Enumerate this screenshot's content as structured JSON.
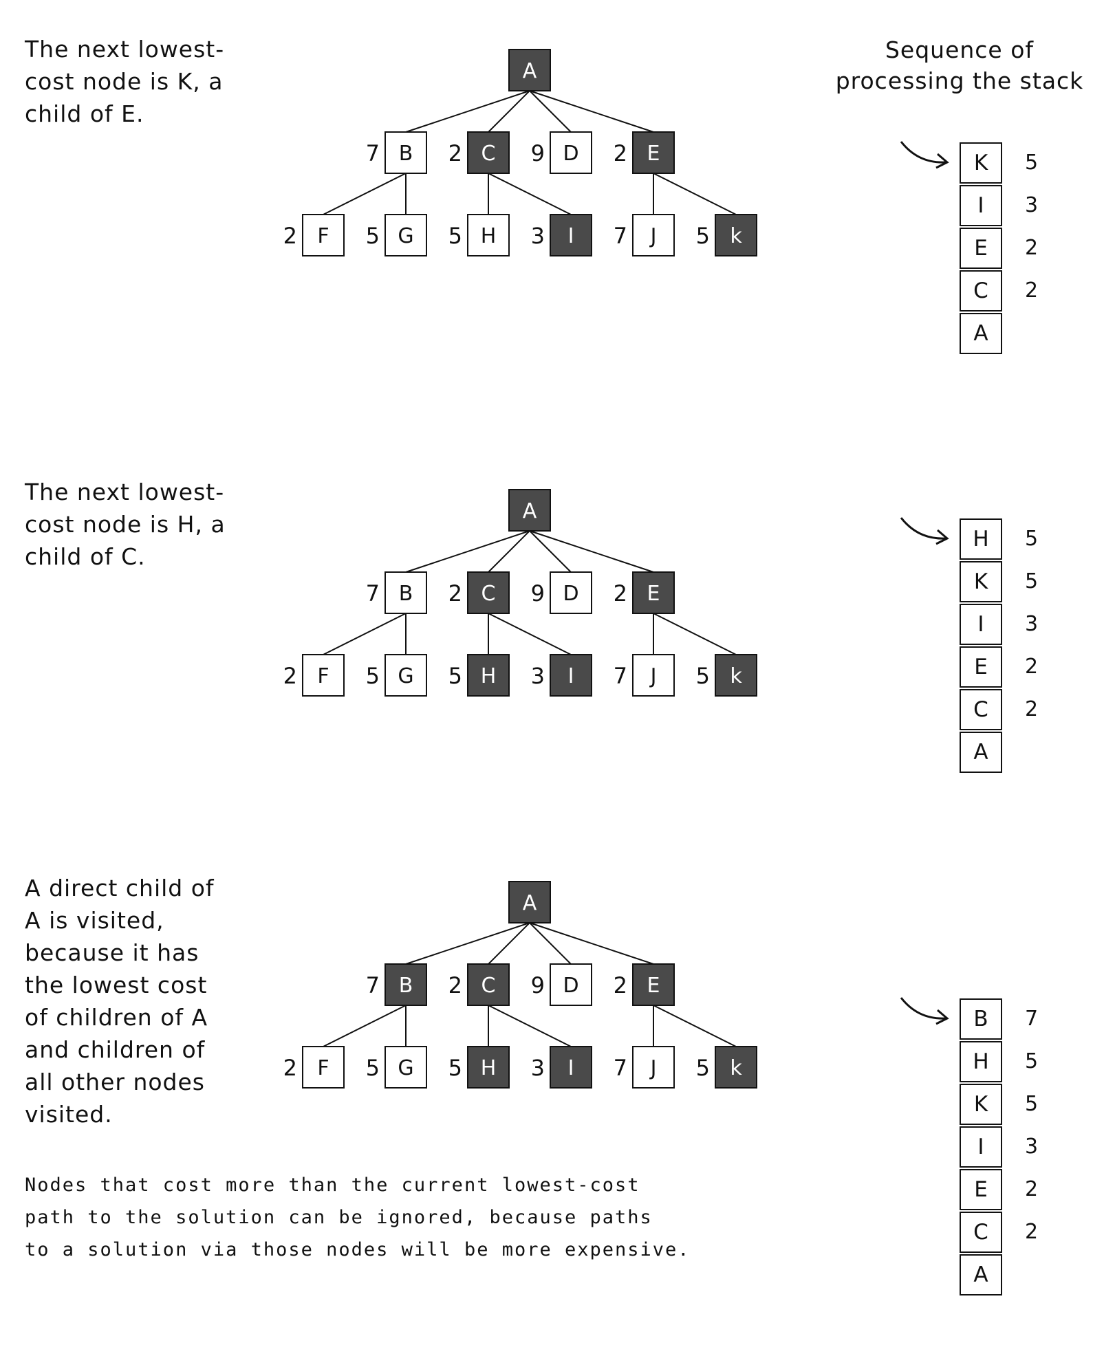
{
  "stack_title": "Sequence of\nprocessing the stack",
  "footnote": "Nodes that cost more than the current lowest-cost\npath to the solution can be ignored, because paths\nto a solution via those nodes will be more expensive.",
  "colors": {
    "visited": "#4a4a4a",
    "unvisited": "#ffffff",
    "line": "#111111"
  },
  "icons": {
    "pointer": "curved-arrow-icon"
  },
  "edges": [
    [
      "A",
      "B"
    ],
    [
      "A",
      "C"
    ],
    [
      "A",
      "D"
    ],
    [
      "A",
      "E"
    ],
    [
      "B",
      "F"
    ],
    [
      "B",
      "G"
    ],
    [
      "C",
      "H"
    ],
    [
      "C",
      "I"
    ],
    [
      "E",
      "J"
    ],
    [
      "E",
      "K"
    ]
  ],
  "nodes": [
    {
      "id": "A",
      "label": "A",
      "cost": ""
    },
    {
      "id": "B",
      "label": "B",
      "cost": "7"
    },
    {
      "id": "C",
      "label": "C",
      "cost": "2"
    },
    {
      "id": "D",
      "label": "D",
      "cost": "9"
    },
    {
      "id": "E",
      "label": "E",
      "cost": "2"
    },
    {
      "id": "F",
      "label": "F",
      "cost": "2"
    },
    {
      "id": "G",
      "label": "G",
      "cost": "5"
    },
    {
      "id": "H",
      "label": "H",
      "cost": "5"
    },
    {
      "id": "I",
      "label": "I",
      "cost": "3"
    },
    {
      "id": "J",
      "label": "J",
      "cost": "7"
    },
    {
      "id": "K",
      "label": "k",
      "cost": "5"
    }
  ],
  "panels": [
    {
      "caption": "The next lowest-\ncost node is K, a\nchild of E.",
      "visited": [
        "A",
        "C",
        "E",
        "I",
        "K"
      ],
      "stack": [
        {
          "label": "K",
          "cost": "5"
        },
        {
          "label": "I",
          "cost": "3"
        },
        {
          "label": "E",
          "cost": "2"
        },
        {
          "label": "C",
          "cost": "2"
        },
        {
          "label": "A",
          "cost": ""
        }
      ]
    },
    {
      "caption": "The next lowest-\ncost node is H, a\nchild of C.",
      "visited": [
        "A",
        "C",
        "E",
        "H",
        "I",
        "K"
      ],
      "stack": [
        {
          "label": "H",
          "cost": "5"
        },
        {
          "label": "K",
          "cost": "5"
        },
        {
          "label": "I",
          "cost": "3"
        },
        {
          "label": "E",
          "cost": "2"
        },
        {
          "label": "C",
          "cost": "2"
        },
        {
          "label": "A",
          "cost": ""
        }
      ]
    },
    {
      "caption": "A direct child of\nA is visited,\nbecause it has\nthe lowest cost\nof children of A\nand children of\nall other nodes\nvisited.",
      "visited": [
        "A",
        "B",
        "C",
        "E",
        "H",
        "I",
        "K"
      ],
      "stack": [
        {
          "label": "B",
          "cost": "7"
        },
        {
          "label": "H",
          "cost": "5"
        },
        {
          "label": "K",
          "cost": "5"
        },
        {
          "label": "I",
          "cost": "3"
        },
        {
          "label": "E",
          "cost": "2"
        },
        {
          "label": "C",
          "cost": "2"
        },
        {
          "label": "A",
          "cost": ""
        }
      ]
    }
  ]
}
